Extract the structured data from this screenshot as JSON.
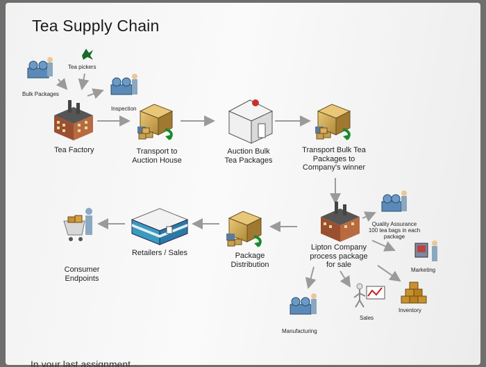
{
  "title": "Tea Supply Chain",
  "labels": {
    "tea_pickers": "Tea pickers",
    "bulk_packages": "Bulk Packages",
    "inspection": "Inspection",
    "tea_factory": "Tea Factory",
    "transport_auction_l1": "Transport to",
    "transport_auction_l2": "Auction House",
    "auction_l1": "Auction Bulk",
    "auction_l2": "Tea Packages",
    "transport_bulk_l1": "Transport Bulk Tea",
    "transport_bulk_l2": "Packages to",
    "transport_bulk_l3": "Company's winner",
    "qa_l1": "Quality Assurance",
    "qa_l2": "100 tea bags in each",
    "qa_l3": "package",
    "lipton_l1": "Lipton Company",
    "lipton_l2": "process package",
    "lipton_l3": "for sale",
    "marketing": "Marketing",
    "inventory": "Inventory",
    "sales": "Sales",
    "manufacturing": "Manufacturing",
    "package_dist_l1": "Package",
    "package_dist_l2": "Distribution",
    "retailers": "Retailers / Sales",
    "consumer_l1": "Consumer",
    "consumer_l2": "Endpoints"
  },
  "bottom_text": "In your last assignment…",
  "colors": {
    "arrow": "#9a9a9a",
    "truck_box": "#c8a050",
    "truck_cab": "#5a7a9a",
    "factory_brick": "#9a5030",
    "green_arrow": "#1a8a2a",
    "teal": "#4aa8b0"
  }
}
